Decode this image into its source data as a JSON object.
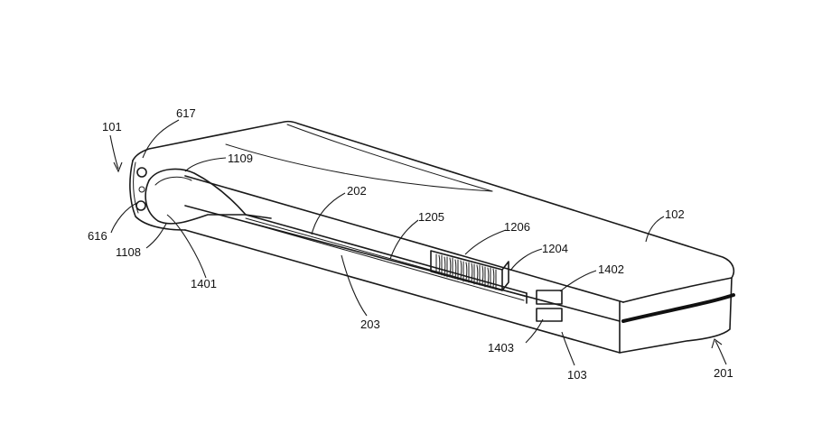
{
  "figure": {
    "reference_numerals": {
      "r101": "101",
      "r617": "617",
      "r1109": "1109",
      "r616": "616",
      "r1108": "1108",
      "r1401": "1401",
      "r202": "202",
      "r1205": "1205",
      "r1206": "1206",
      "r1204": "1204",
      "r102": "102",
      "r1402": "1402",
      "r203": "203",
      "r1403": "1403",
      "r103": "103",
      "r201": "201"
    }
  }
}
